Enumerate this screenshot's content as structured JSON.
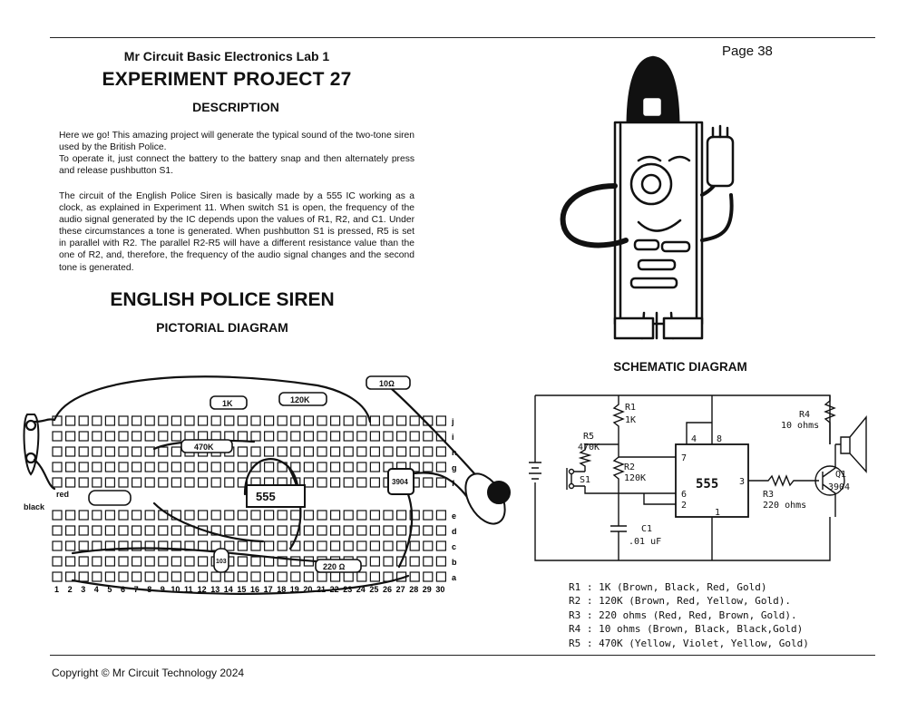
{
  "header": {
    "lab_title": "Mr Circuit Basic Electronics Lab 1",
    "page": "Page 38"
  },
  "project_title": "EXPERIMENT PROJECT 27",
  "description": {
    "heading": "DESCRIPTION",
    "paragraph1": "Here we go! This amazing project will generate the typical sound of the two-tone siren used by the British Police.",
    "paragraph2": "To operate it, just connect the battery to the battery snap and then alternately press and release pushbutton S1.",
    "paragraph3": "The circuit of the English Police Siren is basically made by a 555 IC working as a clock, as explained in Experiment 11. When switch S1 is open, the frequency of the audio signal generated by the IC depends upon the values of R1, R2, and C1. Under these circumstances a tone is generated. When pushbutton S1 is pressed, R5 is set in parallel with R2. The parallel R2-R5 will have a different resistance value than the one of R2, and, therefore, the frequency of the audio signal changes and the second tone is generated."
  },
  "siren_title": "ENGLISH POLICE SIREN",
  "pictorial_title": "PICTORIAL DIAGRAM",
  "schematic_title": "SCHEMATIC DIAGRAM",
  "breadboard": {
    "rows": [
      "j",
      "i",
      "h",
      "g",
      "f",
      "e",
      "d",
      "c",
      "b",
      "a"
    ],
    "columns": [
      "1",
      "2",
      "3",
      "4",
      "5",
      "6",
      "7",
      "8",
      "9",
      "10",
      "11",
      "12",
      "13",
      "14",
      "15",
      "16",
      "17",
      "18",
      "19",
      "20",
      "21",
      "22",
      "23",
      "24",
      "25",
      "26",
      "27",
      "28",
      "29",
      "30"
    ],
    "wire_labels": {
      "red": "red",
      "black": "black"
    },
    "components": {
      "r1": "1K",
      "r2": "120K",
      "r4": "10Ω",
      "r5": "470K",
      "r3": "220 Ω",
      "ic": "555",
      "transistor": "3904",
      "capacitor": "103"
    }
  },
  "schematic": {
    "r1": "R1",
    "r1_val": "1K",
    "r2": "R2",
    "r2_val": "120K",
    "r3": "R3",
    "r3_val": "220 ohms",
    "r4": "R4",
    "r4_val": "10 ohms",
    "r5": "R5",
    "r5_val": "470K",
    "s1": "S1",
    "c1": "C1",
    "c1_val": ".01 uF",
    "q1": "Q1",
    "q1_val": "3904",
    "ic": "555",
    "pins": {
      "p4": "4",
      "p8": "8",
      "p7": "7",
      "p6": "6",
      "p2": "2",
      "p1": "1",
      "p3": "3"
    }
  },
  "legend": [
    "R1 : 1K (Brown, Black, Red, Gold)",
    "R2 : 120K (Brown, Red, Yellow, Gold).",
    "R3 : 220 ohms (Red, Red, Brown, Gold).",
    "R4 : 10 ohms (Brown, Black, Black,Gold)",
    "R5 : 470K (Yellow, Violet, Yellow, Gold)"
  ],
  "footer": "Copyright © Mr Circuit Technology 2024"
}
